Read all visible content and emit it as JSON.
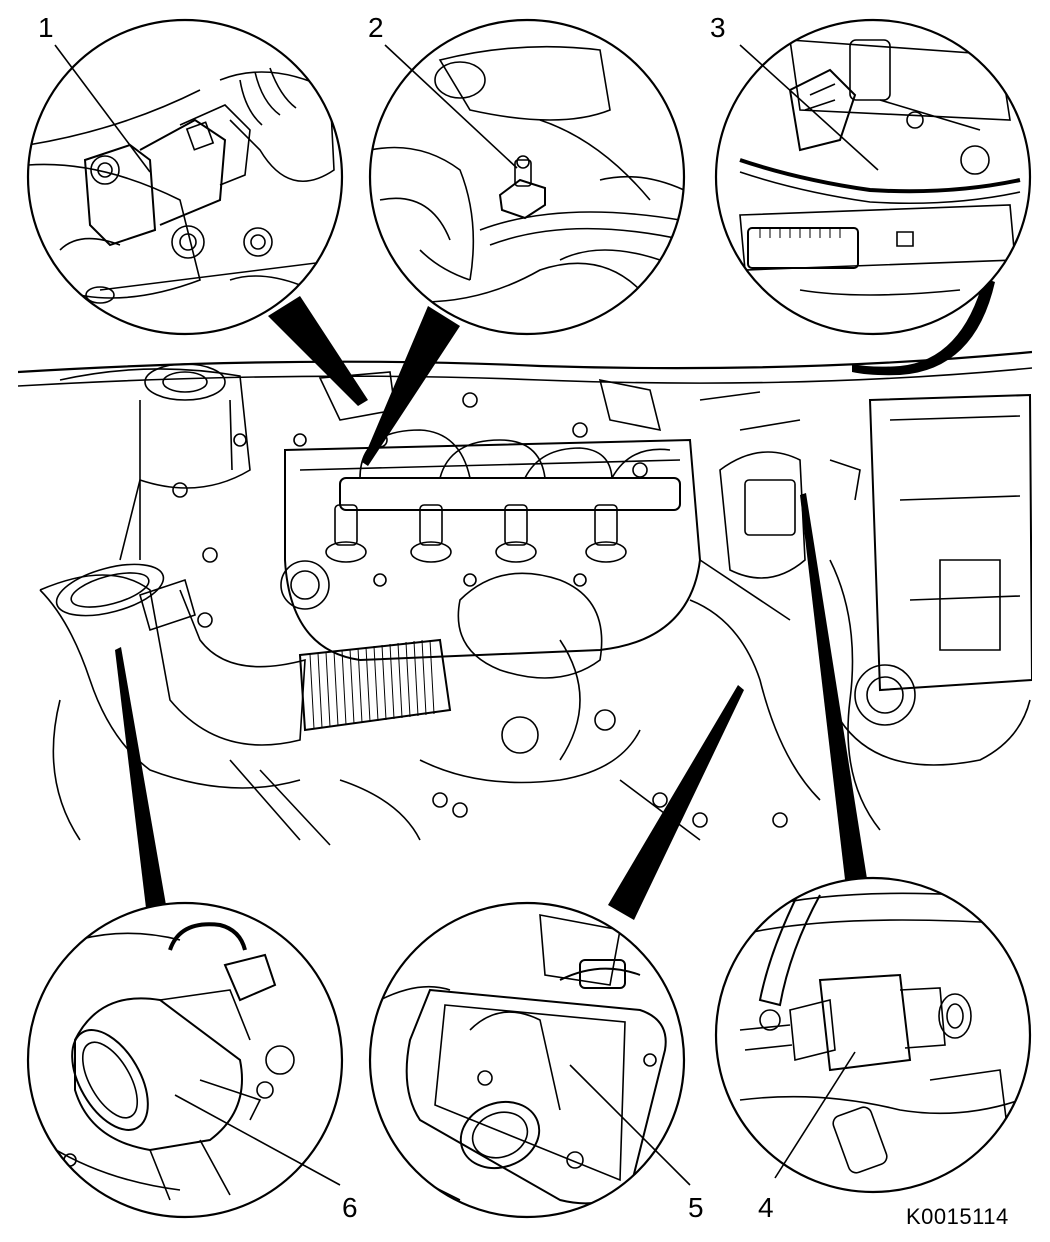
{
  "figure": {
    "document_id": "K0015114",
    "callouts": [
      {
        "number": "1"
      },
      {
        "number": "2"
      },
      {
        "number": "3"
      },
      {
        "number": "4"
      },
      {
        "number": "5"
      },
      {
        "number": "6"
      }
    ]
  }
}
